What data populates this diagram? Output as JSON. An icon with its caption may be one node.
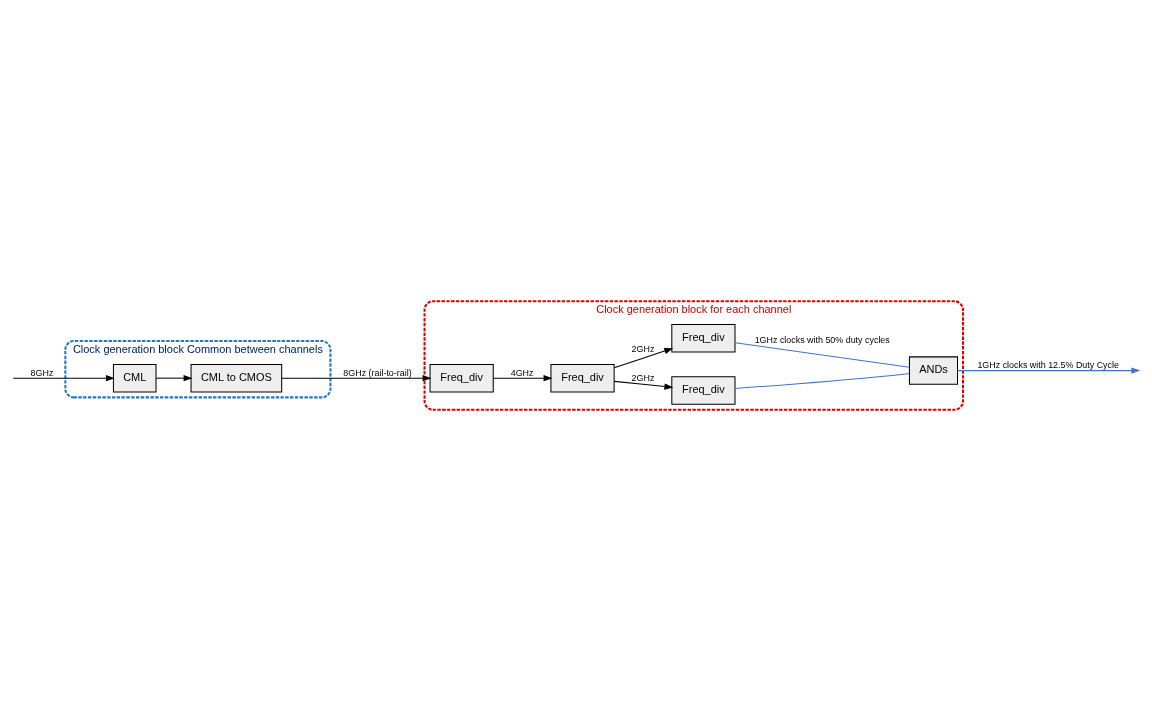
{
  "diagram": {
    "nodes": [
      {
        "text": [
          "Clock generation block for each channel"
        ]
      },
      {
        "text": [
          "Freq_div"
        ],
        "in": 0
      },
      {
        "text": [
          "Freq_div"
        ],
        "in": 0
      },
      {
        "text": [
          "Freq_div"
        ],
        "in": 0
      },
      {
        "text": [
          "Freq_div"
        ],
        "in": 0
      },
      {
        "text": [
          "ANDs"
        ],
        "in": 0
      },
      {
        "text": [
          "Clock generation block Common between channels"
        ]
      },
      {
        "text": [
          "CML"
        ],
        "in": 6
      },
      {
        "text": [
          "CML to CMOS"
        ],
        "in": 6
      }
    ],
    "edges": [
      {
        "from": null,
        "to": 7,
        "arrow": "to",
        "label": "8GHz"
      },
      {
        "from": 7,
        "to": 8,
        "arrow": "to"
      },
      {
        "from": 8,
        "to": 4,
        "arrow": "to",
        "label": "8GHz (rail-to-rail)"
      },
      {
        "from": 4,
        "to": 3,
        "arrow": "to",
        "label": "4GHz"
      },
      {
        "from": 3,
        "to": 2,
        "arrow": "to",
        "label": "2GHz"
      },
      {
        "from": 3,
        "to": 1,
        "arrow": "to",
        "label": "2GHz"
      },
      {
        "from": 1,
        "to": 5,
        "arrow": "none",
        "color": "#4472c4"
      },
      {
        "from": 2,
        "to": 5,
        "arrow": "none",
        "color": "#4472c4",
        "label": "1GHz clocks with 50% duty cycles"
      },
      {
        "from": 5,
        "to": null,
        "arrow": "to",
        "color": "#4472c4",
        "label": "1GHz clocks with 12.5% Duty Cycle"
      }
    ]
  }
}
